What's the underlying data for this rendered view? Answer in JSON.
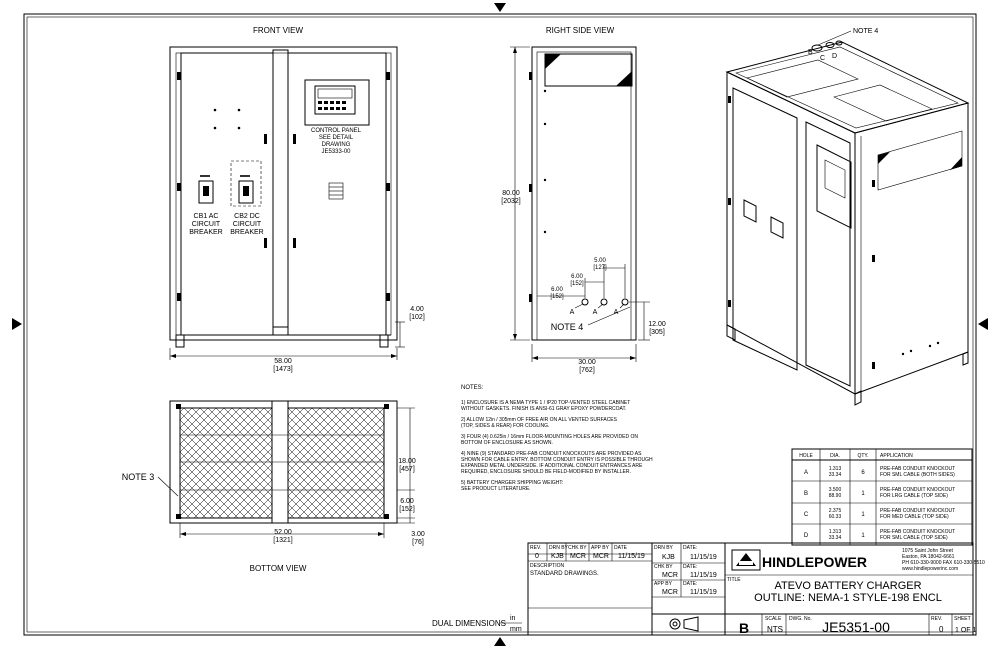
{
  "views": {
    "front": "FRONT VIEW",
    "right": "RIGHT SIDE VIEW",
    "bottom": "BOTTOM VIEW"
  },
  "front_labels": {
    "cb1": [
      "CB1 AC",
      "CIRCUIT",
      "BREAKER"
    ],
    "cb2": [
      "CB2 DC",
      "CIRCUIT",
      "BREAKER"
    ],
    "control_panel": [
      "CONTROL PANEL",
      "SEE DETAIL",
      "DRAWING",
      "JE5333-00"
    ],
    "width_dim": [
      "58.00",
      "[1473]"
    ],
    "foot_dim": [
      "4.00",
      "[102]"
    ]
  },
  "side_labels": {
    "height_dim": [
      "80.00",
      "[2032]"
    ],
    "depth_dim": [
      "30.00",
      "[762]"
    ],
    "ko_spacing": [
      "5.00",
      "[127]"
    ],
    "ko_1": [
      "6.00",
      "[152]"
    ],
    "ko_2": [
      "6.00",
      "[152]"
    ],
    "ko_height": [
      "12.00",
      "[305]"
    ],
    "hole_letter": "A",
    "note4": "NOTE 4"
  },
  "bottom_labels": {
    "note3": "NOTE 3",
    "width_dim": [
      "52.00",
      "[1321]"
    ],
    "dim_18": [
      "18.00",
      "[457]"
    ],
    "dim_6": [
      "6.00",
      "[152]"
    ],
    "dim_3": [
      "3.00",
      "[76]"
    ]
  },
  "iso_labels": {
    "note4": "NOTE 4",
    "letters": [
      "B",
      "C",
      "D"
    ]
  },
  "notes_title": "NOTES:",
  "notes": [
    [
      "1) ENCLOSURE IS A NEMA TYPE 1 / IP20 TOP-VENTED STEEL CABINET",
      "    WITHOUT GASKETS.  FINISH IS ANSI-61 GRAY EPOXY POWDERCOAT."
    ],
    [
      "2) ALLOW 12in / 305mm OF FREE AIR ON ALL VENTED SURFACES",
      "    (TOP, SIDES & REAR) FOR COOLING."
    ],
    [
      "3) FOUR (4) 0.625in / 16mm FLOOR-MOUNTING HOLES ARE PROVIDED ON",
      "    BOTTOM OF ENCLOSURE AS SHOWN."
    ],
    [
      "4) NINE (9) STANDARD PRE-FAB CONDUIT KNOCKOUTS ARE PROVIDED AS",
      "    SHOWN FOR CABLE ENTRY.  BOTTOM CONDUIT ENTRY IS POSSIBLE THROUGH",
      "    EXPANDED METAL UNDERSIDE.  IF ADDITIONAL CONDUIT ENTRANCES ARE",
      "    REQUIRED, ENCLOSURE SHOULD BE FIELD-MODIFIED BY INSTALLER."
    ],
    [
      "5) BATTERY CHARGER SHIPPING WEIGHT:",
      "    SEE PRODUCT LITERATURE."
    ]
  ],
  "hole_table": {
    "headers": [
      "HOLE",
      "DIA.",
      "QTY.",
      "APPLICATION"
    ],
    "rows": [
      [
        "A",
        "1.313",
        "33.34",
        "6",
        "PRE-FAB CONDUIT KNOCKOUT",
        "FOR SML CABLE (BOTH SIDES)"
      ],
      [
        "B",
        "3.500",
        "88.90",
        "1",
        "PRE-FAB CONDUIT KNOCKOUT",
        "FOR LRG CABLE (TOP SIDE)"
      ],
      [
        "C",
        "2.375",
        "60.33",
        "1",
        "PRE-FAB CONDUIT KNOCKOUT",
        "FOR MED CABLE (TOP SIDE)"
      ],
      [
        "D",
        "1.313",
        "33.34",
        "1",
        "PRE-FAB CONDUIT KNOCKOUT",
        "FOR SML CABLE (TOP SIDE)"
      ]
    ]
  },
  "title_block": {
    "rev_headers": [
      "REV.",
      "DRN BY",
      "CHK BY",
      "APP BY",
      "DATE"
    ],
    "rev_values": [
      "0",
      "KJB",
      "MCR",
      "MCR",
      "11/15/19"
    ],
    "description_label": "DESCRIPTION",
    "description": "STANDARD DRAWINGS.",
    "drn_by_label": "DRN BY",
    "drn_by": "KJB",
    "chk_by_label": "CHK BY",
    "chk_by": "MCR",
    "app_by_label": "APP BY",
    "app_by": "MCR",
    "date_label": "DATE:",
    "date": "11/15/19",
    "company": "HINDLEPOWER",
    "address": [
      "1075 Saint John Street",
      "Easton, PA  18042-6661",
      "PH 610-330-9000  FAX 610-330-5510",
      "www.hindlepowerinc.com"
    ],
    "title_label": "TITLE",
    "title_line1": "ATEVO BATTERY CHARGER",
    "title_line2": "OUTLINE: NEMA-1 STYLE-198 ENCL",
    "size": "B",
    "scale_label": "SCALE",
    "scale": "NTS",
    "dwg_label": "DWG. No.",
    "dwg_no": "JE5351-00",
    "rev_label": "REV.",
    "rev": "0",
    "sheet_label": "SHEET",
    "sheet": "1 OF 1"
  },
  "dual_dims": {
    "label": "DUAL DIMENSIONS",
    "unit_in": "in",
    "unit_mm": "mm"
  },
  "colors": {
    "ink": "#000000",
    "paper": "#ffffff"
  }
}
